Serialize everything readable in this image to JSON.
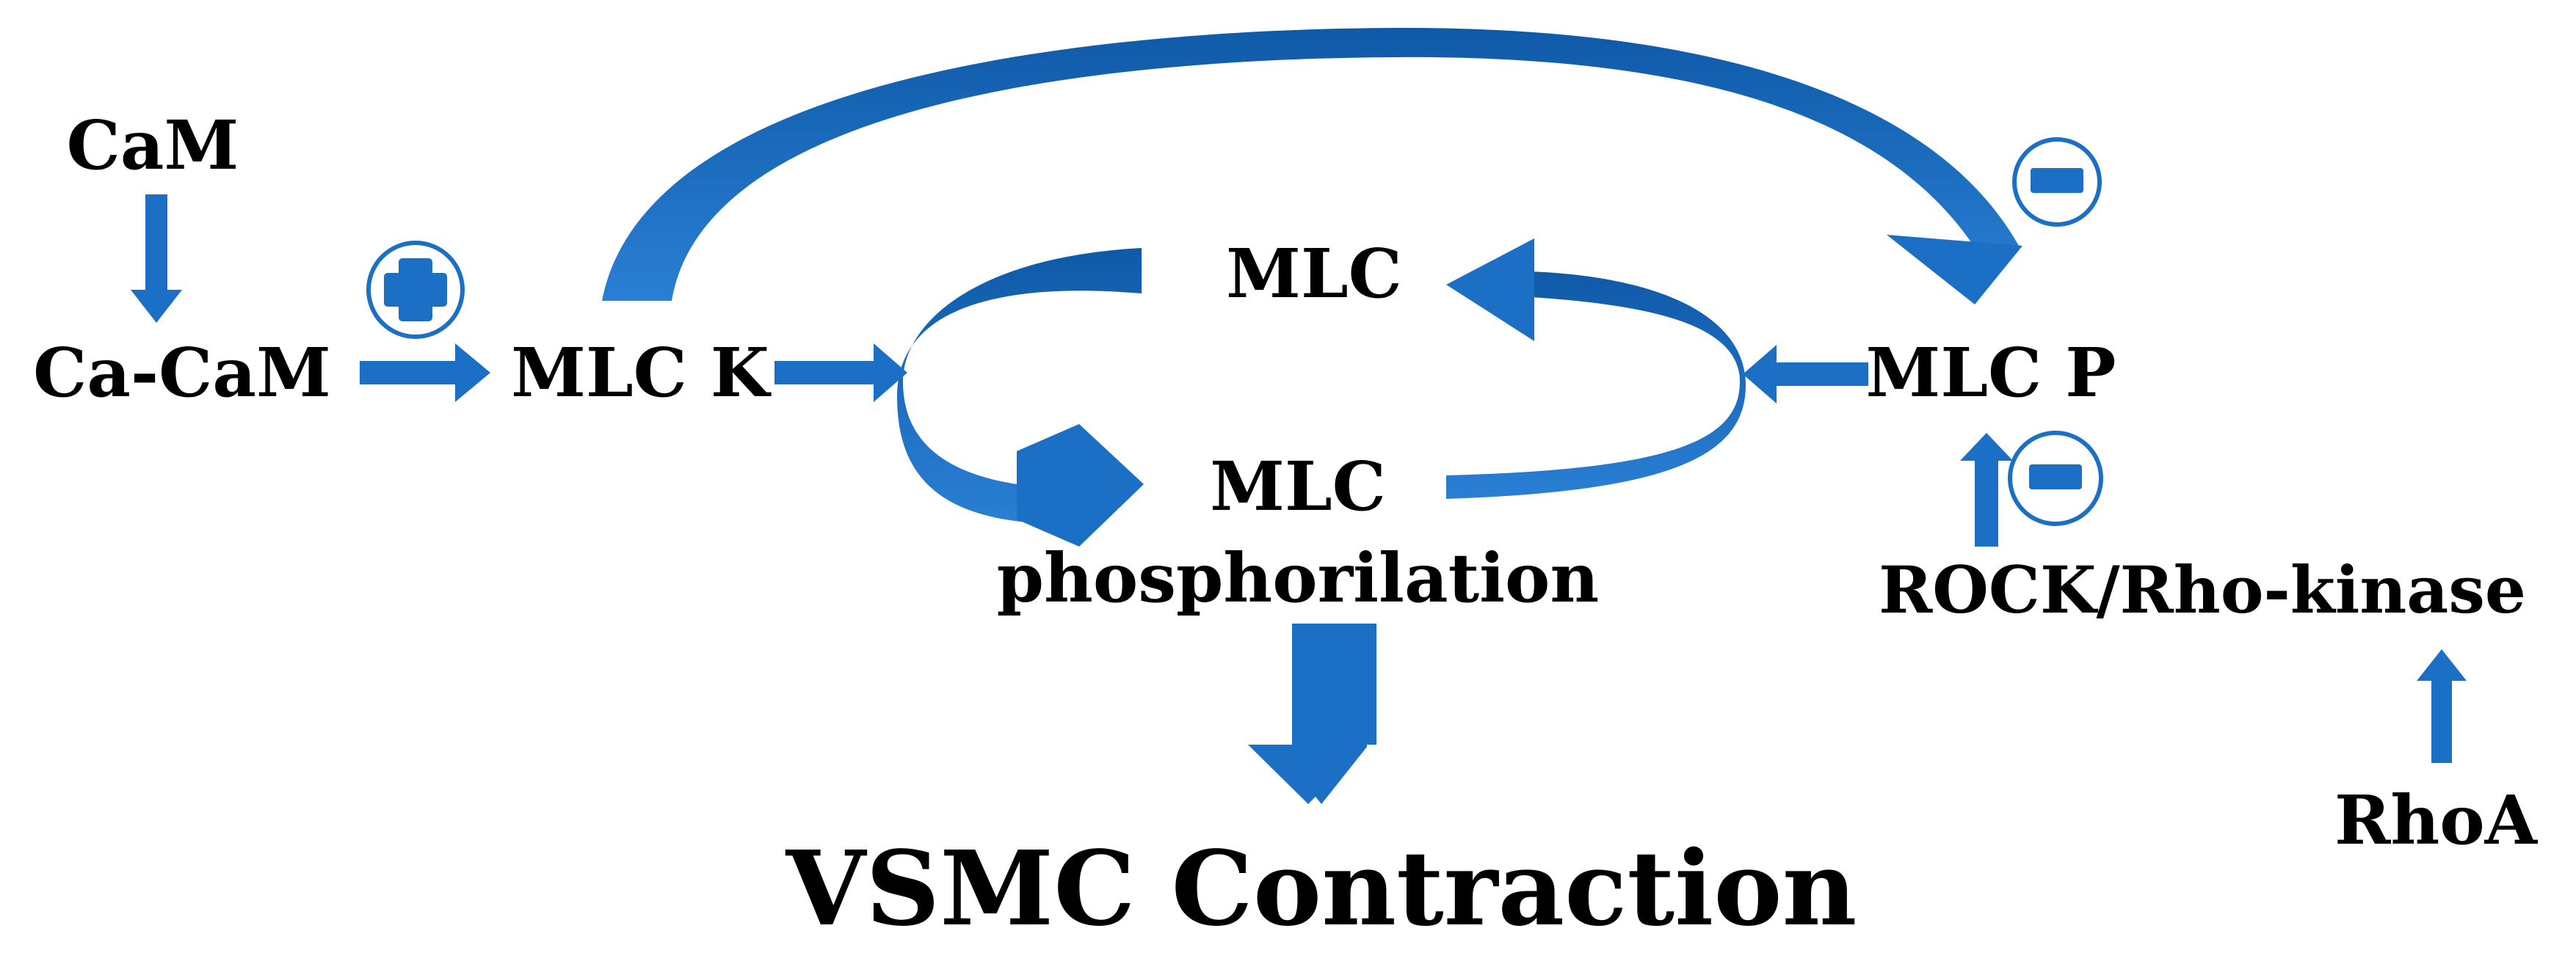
{
  "diagram": {
    "nodes": {
      "cam": "CaM",
      "ca_cam": "Ca-CaM",
      "mlc_k": "MLC K",
      "mlc": "MLC",
      "mlc_phos_line1": "MLC",
      "mlc_phos_line2": "phosphorilation",
      "mlc_p": "MLC P",
      "rock": "ROCK/Rho-kinase",
      "rhoa": "RhoA",
      "contraction": "VSMC Contraction"
    },
    "signs": {
      "activation": "+",
      "inhibition": "−"
    },
    "colors": {
      "arrow": "#1b6fc5",
      "arrow_dark": "#0d4f94",
      "text": "#000000"
    }
  }
}
